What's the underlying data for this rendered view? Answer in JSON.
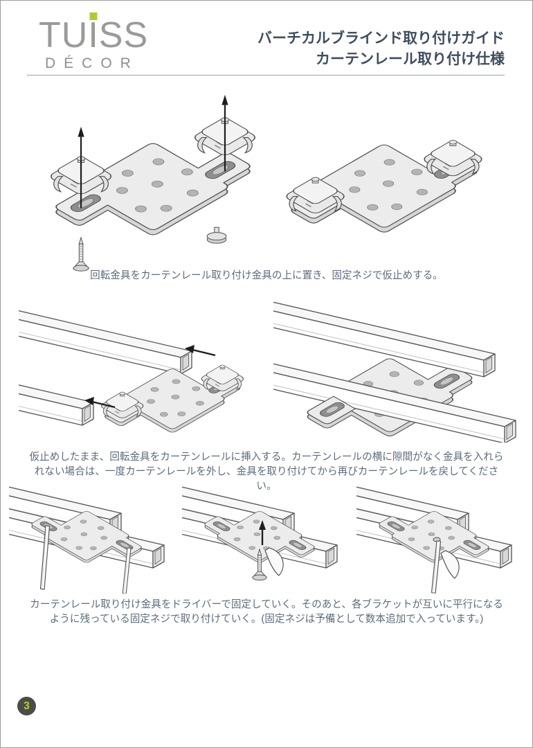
{
  "page": {
    "page_number": "3",
    "border_color": "#9c9c9c",
    "badge_bg": "#4b4b47",
    "badge_color": "#b5cb35"
  },
  "header": {
    "logo": {
      "t1": "TU",
      "i": "I",
      "t2": "SS",
      "decor": "DÉCOR",
      "color": "#9a9a98",
      "dot_color": "#b5c832"
    },
    "title_line1": "バーチカルブラインド取り付けガイド",
    "title_line2": "カーテンレール取り付け仕様",
    "title_color": "#3f4d5f"
  },
  "steps": [
    {
      "caption": "回転金具をカーテンレール取り付け金具の上に置き、固定ネジで仮止めする。"
    },
    {
      "caption": "仮止めしたまま、回転金具をカーテンレールに挿入する。カーテンレールの横に隙間がなく金具を入れられない場合は、一度カーテンレールを外し、金具を取り付けてから再びカーテンレールを戻してください。"
    },
    {
      "caption": "カーテンレール取り付け金具をドライバーで固定していく。そのあと、各ブラケットが互いに平行になるように残っている固定ネジで取り付けていく。(固定ネジは予備として数本追加で入っています。)"
    }
  ],
  "figures": [
    {
      "alt": "回転金具と固定ネジを取り付け金具の上に置く図"
    },
    {
      "alt": "回転金具を仮止めした取り付け金具の図"
    },
    {
      "alt": "回転金具をカーテンレールに挿入する図"
    },
    {
      "alt": "カーテンレールに挿入された取り付け金具の図"
    },
    {
      "alt": "取り付け金具をドライバーで固定する図"
    },
    {
      "alt": "固定ネジを下から取り付ける図"
    },
    {
      "alt": "残りの固定ネジで固定する図"
    }
  ]
}
